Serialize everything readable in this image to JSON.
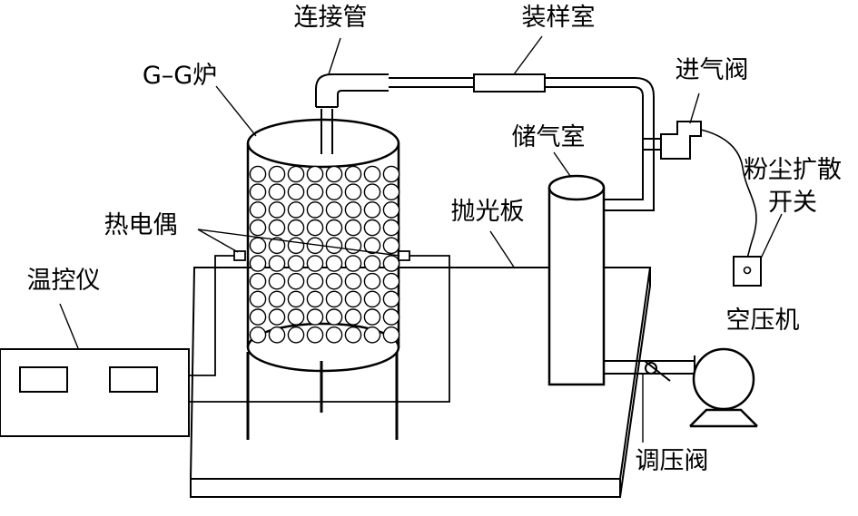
{
  "labels": {
    "connecting_pipe": "连接管",
    "sample_chamber": "装样室",
    "gg_furnace": "G–G炉",
    "intake_valve": "进气阀",
    "gas_chamber": "储气室",
    "dust_switch_line1": "粉尘扩散",
    "dust_switch_line2": "开关",
    "thermocouple": "热电偶",
    "polish_plate": "抛光板",
    "temp_controller": "温控仪",
    "compressor": "空压机",
    "regulating_valve": "调压阀"
  },
  "colors": {
    "line": "#000000",
    "background": "#ffffff"
  }
}
